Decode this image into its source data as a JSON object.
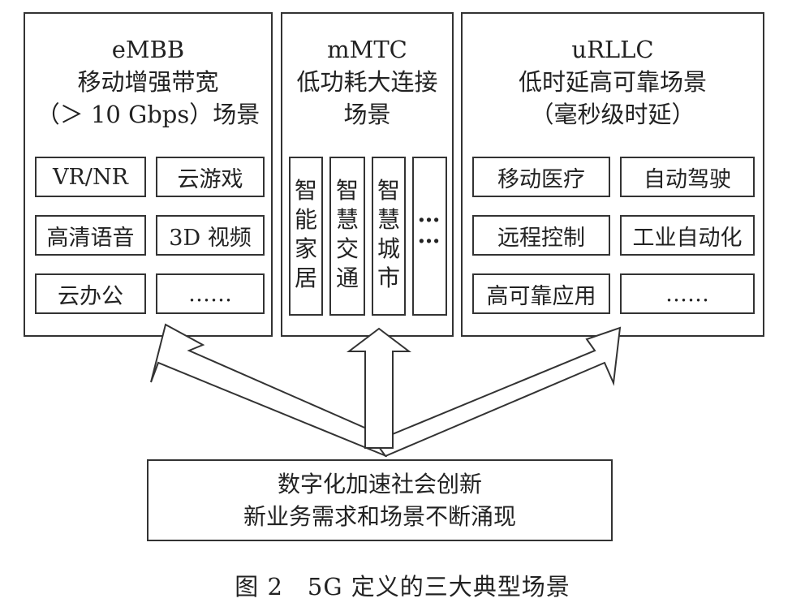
{
  "embb": {
    "title": "eMBB",
    "line2": "移动增强带宽",
    "line3": "（＞ 10 Gbps）场景",
    "cells": [
      "VR/NR",
      "云游戏",
      "高清语音",
      "3D 视频",
      "云办公",
      "……"
    ]
  },
  "mmtc": {
    "title": "mMTC",
    "line2": "低功耗大连接",
    "line3": "场景",
    "columns": [
      [
        "智",
        "能",
        "家",
        "居"
      ],
      [
        "智",
        "慧",
        "交",
        "通"
      ],
      [
        "智",
        "慧",
        "城",
        "市"
      ],
      [
        "…",
        "…"
      ]
    ]
  },
  "urllc": {
    "title": "uRLLC",
    "line2": "低时延高可靠场景",
    "line3": "（毫秒级时延）",
    "cells": [
      "移动医疗",
      "自动驾驶",
      "远程控制",
      "工业自动化",
      "高可靠应用",
      "……"
    ]
  },
  "bottom": {
    "line1": "数字化加速社会创新",
    "line2": "新业务需求和场景不断涌现"
  },
  "caption": "图 2　5G 定义的三大典型场景"
}
